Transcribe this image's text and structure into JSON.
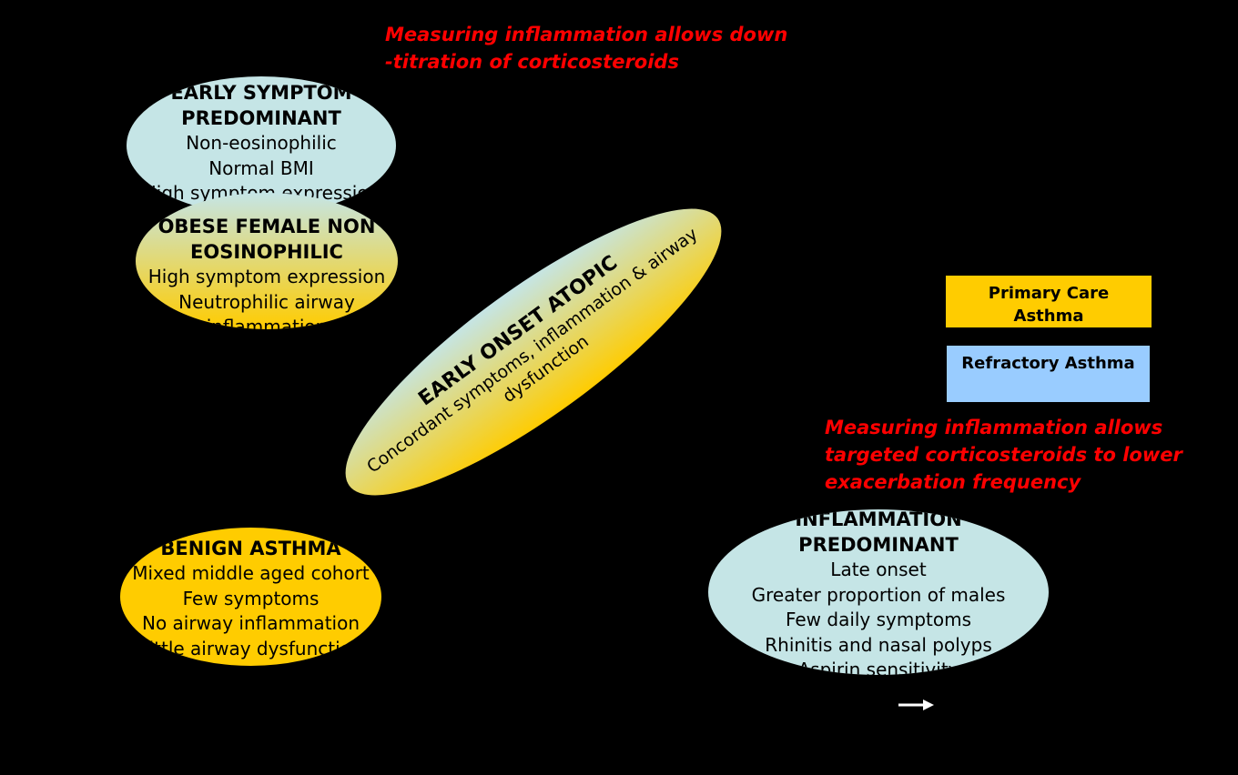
{
  "notes": {
    "top": [
      "Measuring inflammation allows down",
      "-titration of corticosteroids"
    ],
    "right": [
      "Measuring inflammation allows",
      "targeted corticosteroids to lower",
      "exacerbation frequency"
    ]
  },
  "clusters": {
    "early_symptom": {
      "title": [
        "EARLY SYMPTOM",
        "PREDOMINANT"
      ],
      "lines": [
        "Non-eosinophilic",
        "Normal BMI",
        "High symptom expression"
      ]
    },
    "obese_female": {
      "title": [
        "OBESE FEMALE NON",
        "EOSINOPHILIC"
      ],
      "lines": [
        "High symptom expression",
        "Neutrophilic airway",
        "inflammation"
      ]
    },
    "early_onset_atopic": {
      "title": "EARLY ONSET ATOPIC",
      "lines": [
        "Concordant symptoms, inflammation & airway",
        "dysfunction"
      ]
    },
    "benign": {
      "title": "BENIGN ASTHMA",
      "lines": [
        "Mixed middle aged cohort",
        "Few symptoms",
        "No airway inflammation",
        "Little airway dysfunction"
      ]
    },
    "inflammation_predominant": {
      "title": [
        "INFLAMMATION",
        "PREDOMINANT"
      ],
      "lines": [
        "Late onset",
        "Greater proportion of males",
        "Few daily symptoms",
        "Rhinitis and nasal polyps",
        "Aspirin sensitivity"
      ]
    }
  },
  "legend": {
    "primary_care": {
      "label": [
        "Primary Care",
        "Asthma"
      ],
      "color": "#ffcc00"
    },
    "refractory": {
      "label": "Refractory Asthma",
      "color": "#99ccff"
    }
  },
  "colors": {
    "light_blue": "#c5e5e6",
    "amber": "#ffcc00",
    "note_red": "#ff0000"
  },
  "arrow": {
    "direction": "right",
    "color": "#ffffff"
  }
}
